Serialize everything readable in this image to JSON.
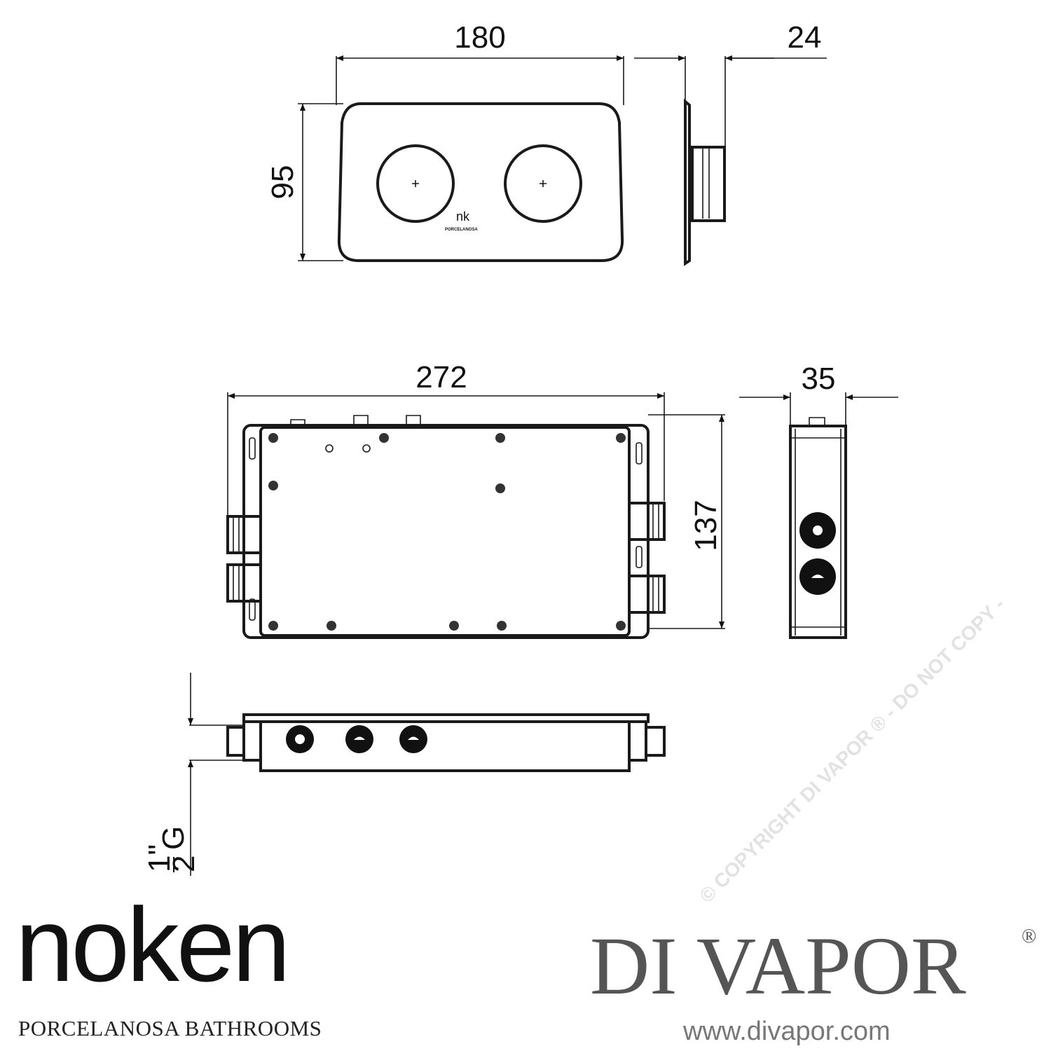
{
  "watermark": "© COPYRIGHT DI VAPOR ® - DO NOT COPY -",
  "dimensions": {
    "plate_width": "180",
    "plate_depth": "24",
    "plate_height": "95",
    "box_width": "272",
    "box_depth": "35",
    "box_height": "137",
    "thread_size_num": "1\"",
    "thread_size_den": "2",
    "thread_size_suffix": "G"
  },
  "plate_label": {
    "mark": "nk",
    "brand": "PORCELANOSA"
  },
  "brand": {
    "name": "noken",
    "tagline": "PORCELANOSA BATHROOMS"
  },
  "distributor": {
    "name": "DI VAPOR",
    "registered": "®",
    "url": "www.divapor.com"
  }
}
